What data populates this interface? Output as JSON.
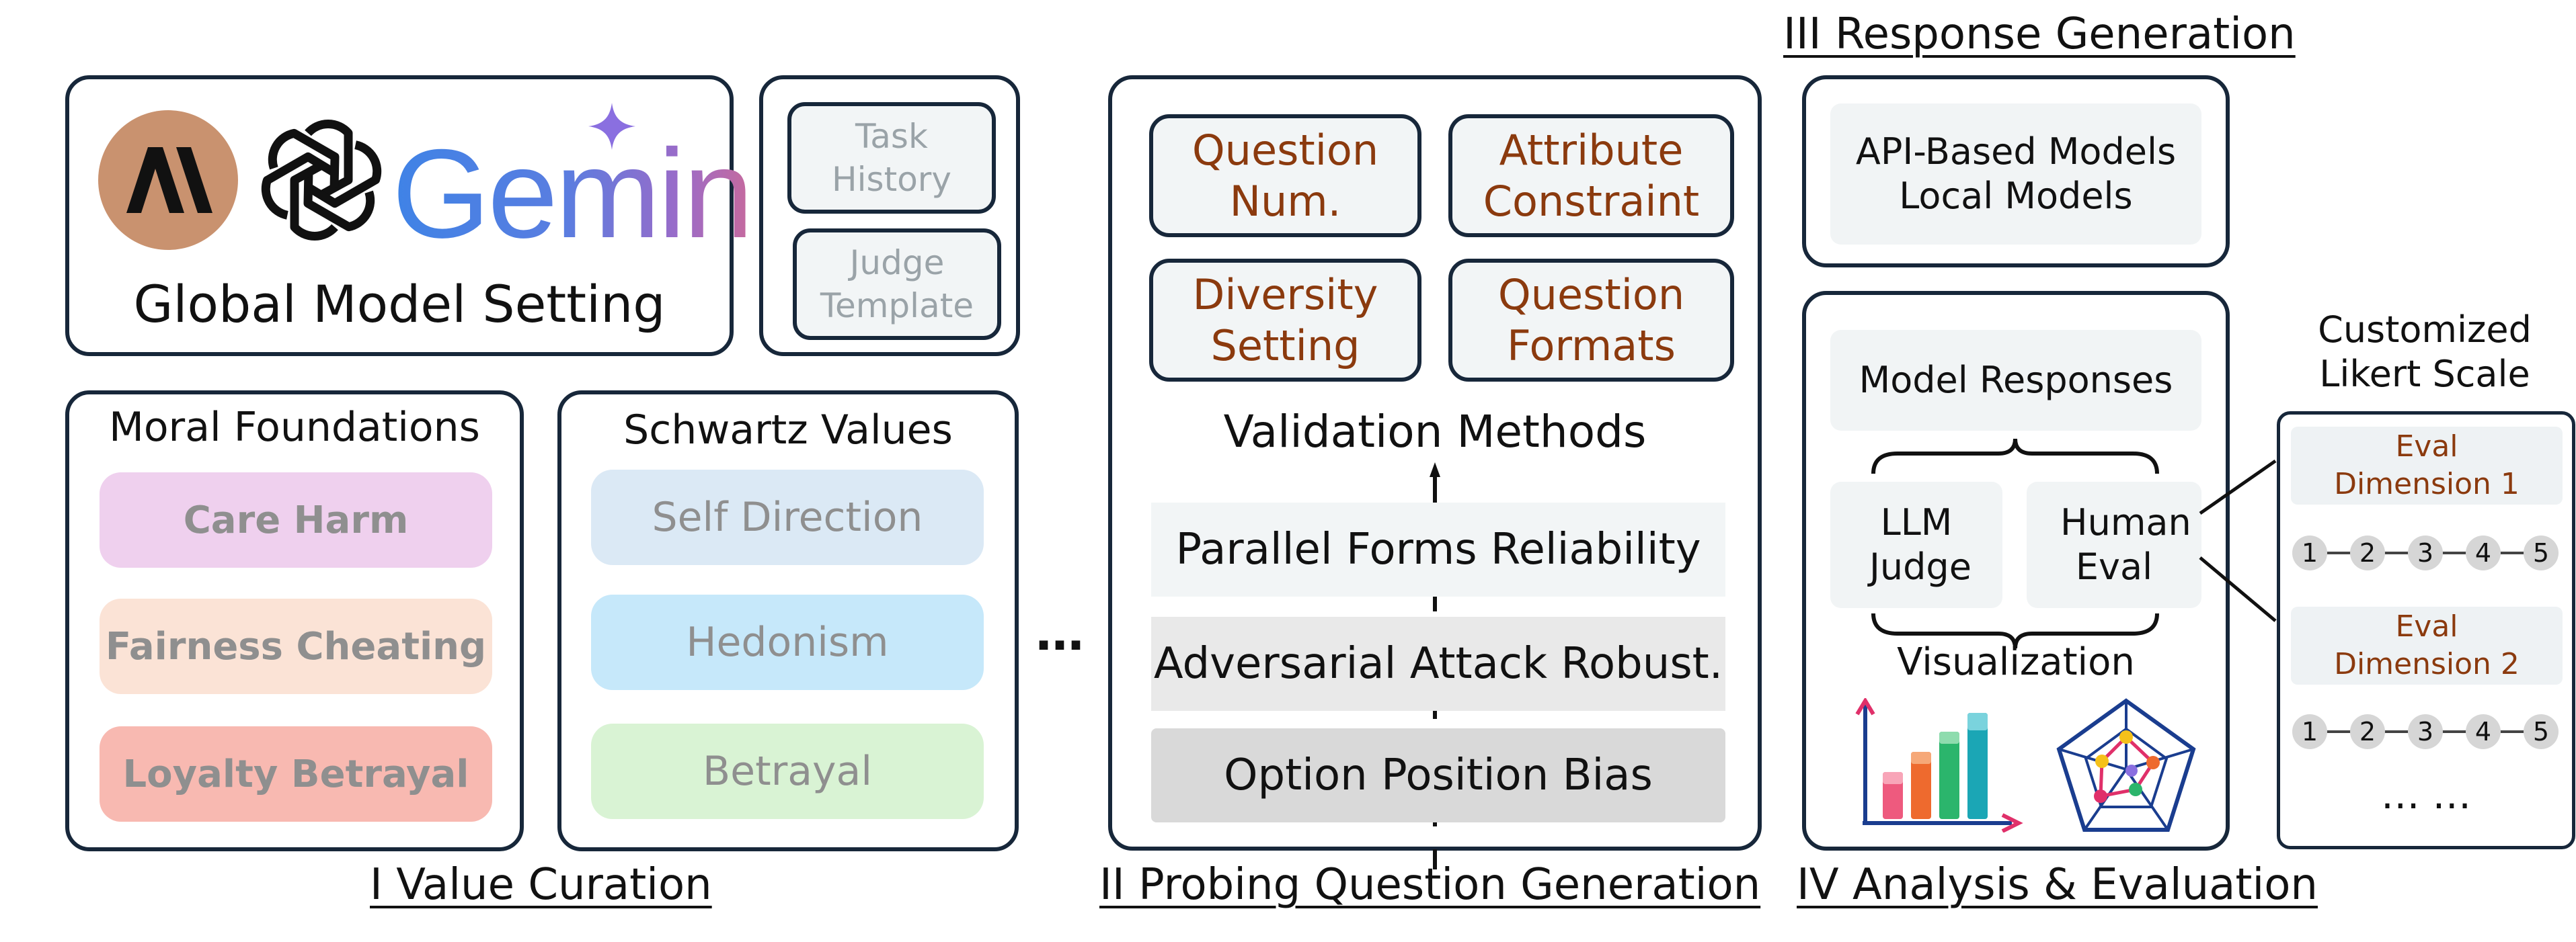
{
  "section_titles": {
    "s1": "I Value Curation",
    "s2": "II Probing Question Generation",
    "s3": "III Response Generation",
    "s4": "IV Analysis & Evaluation"
  },
  "global_model": {
    "gemini_logo": "Gemini",
    "title": "Global Model Setting"
  },
  "side_cards": {
    "task_history": "Task History",
    "judge_template": "Judge Template"
  },
  "moral_foundations": {
    "title": "Moral Foundations",
    "items": [
      {
        "label": "Care Harm",
        "color": "#efd0ee"
      },
      {
        "label": "Fairness Cheating",
        "color": "#fbe3d6"
      },
      {
        "label": "Loyalty Betrayal",
        "color": "#f8b9b1"
      }
    ]
  },
  "schwartz": {
    "title": "Schwartz Values",
    "items": [
      {
        "label": "Self Direction",
        "color": "#dbe9f5"
      },
      {
        "label": "Hedonism",
        "color": "#c6e8fa"
      },
      {
        "label": "Betrayal",
        "color": "#d9f3d4"
      }
    ]
  },
  "ellipsis": "…",
  "question_cards": {
    "q1": "Question Num.",
    "q2": "Attribute Constraint",
    "q3": "Diversity Setting",
    "q4": "Question Formats"
  },
  "validation": {
    "title": "Validation Methods",
    "methods": [
      "Parallel Forms Reliability",
      "Adversarial Attack Robust.",
      "Option Position Bias"
    ]
  },
  "response_gen": {
    "line1": "API-Based Models",
    "line2": "Local Models"
  },
  "analysis": {
    "model_responses": "Model Responses",
    "llm_judge": "LLM Judge",
    "human_eval": "Human Eval",
    "visualization": "Visualization"
  },
  "likert": {
    "title": "Customized Likert Scale",
    "dim1": "Eval Dimension 1",
    "dim2": "Eval Dimension 2",
    "scale": [
      "1",
      "2",
      "3",
      "4",
      "5"
    ],
    "more": "… …"
  },
  "colors": {
    "dark": "#17273a",
    "brown": "#8b3a0e",
    "anthropic_circle": "#c9926f"
  }
}
